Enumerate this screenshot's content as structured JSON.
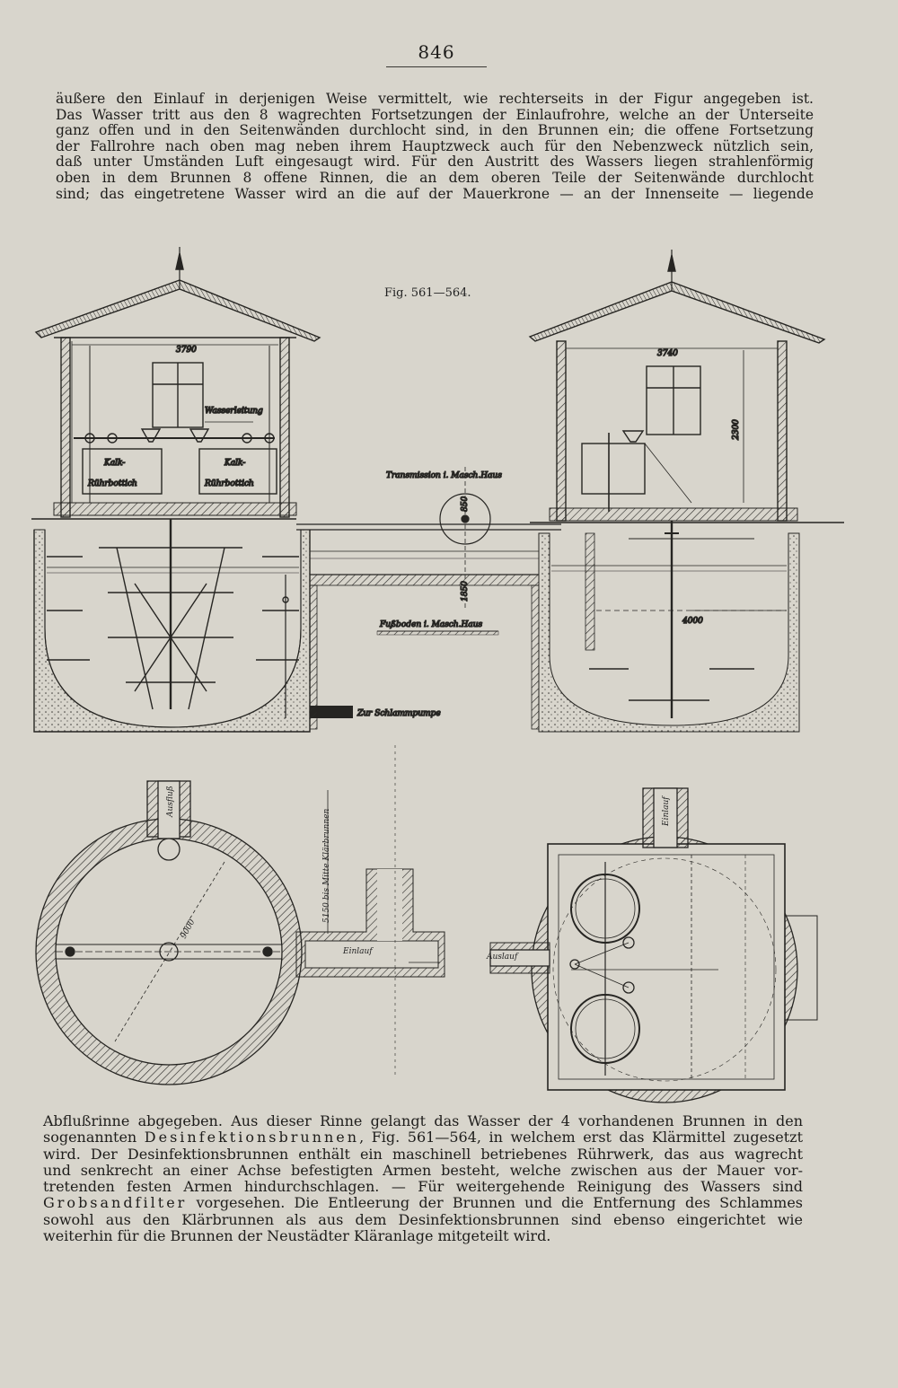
{
  "page": {
    "number": "846"
  },
  "text_top": {
    "lines": [
      "äußere den Einlauf in derjenigen Weise vermittelt, wie rechterseits in der Figur angegeben ist.",
      "Das Wasser tritt aus den 8 wagrechten Fortsetzungen der Einlaufrohre, welche an der Unterseite",
      "ganz offen und in den Seitenwänden durchlocht sind, in den Brunnen ein; die offene Fortsetzung",
      "der Fallrohre nach oben mag neben ihrem Hauptzweck auch für den Nebenzweck nützlich sein,",
      "daß unter Umständen Luft eingesaugt wird. Für den Austritt des Wassers liegen strahlenförmig",
      "oben in dem Brunnen 8 offene Rinnen, die an dem oberen Teile der Seitenwände durchlocht",
      "sind; das eingetretene Wasser wird an die auf der Mauerkrone — an der Innenseite — liegende"
    ]
  },
  "figure": {
    "caption": "Fig. 561—564.",
    "labels": {
      "dim_left_width": "3790",
      "dim_right_width": "3740",
      "dim_right_height": "2300",
      "wasserleitung": "Wasserleitung",
      "kalk_left_1": "Kalk-",
      "kalk_left_2": "Rührbottich",
      "kalk_right_1": "Kalk-",
      "kalk_right_2": "Rührbottich",
      "transmission": "Transmission i. Masch.Haus",
      "dim_pulley": "850",
      "dim_1850": "1850",
      "fussboden": "Fußboden i. Masch.Haus",
      "zur_schlammpumpe": "Zur Schlammpumpe",
      "dim_4000": "4000",
      "ausfluss": "Ausfluß",
      "dim_9000": "9000",
      "dim_mitte": "5150 bis Mitte Klärbrunnen",
      "einlauf_left": "Einlauf",
      "einlauf_right": "Einlauf",
      "auslauf": "Auslauf"
    }
  },
  "text_bottom": {
    "line1": "Abflußrinne abgegeben. Aus dieser Rinne gelangt das Wasser der 4 vorhandenen Brunnen in den",
    "line2_pre": "sogenannten ",
    "line2_spaced": "Desinfektionsbrunnen",
    "line2_post": ", Fig. 561—564, in welchem erst das Klärmittel zugesetzt",
    "line3": "wird. Der Desinfektionsbrunnen enthält ein maschinell betriebenes Rührwerk, das aus wagrecht",
    "line4": "und senkrecht an einer Achse befestigten Armen besteht, welche zwischen aus der Mauer vor-",
    "line5": "tretenden festen Armen hindurchschlagen. — Für weitergehende Reinigung des Wassers sind",
    "line6_spaced": "Grobsandfilter",
    "line6_post": " vorgesehen. Die Entleerung der Brunnen und die Entfernung des Schlammes",
    "line7": "sowohl aus den Klärbrunnen als aus dem Desinfektionsbrunnen sind ebenso eingerichtet wie",
    "line8": "weiterhin für die Brunnen der Neustädter Kläranlage mitgeteilt wird."
  }
}
